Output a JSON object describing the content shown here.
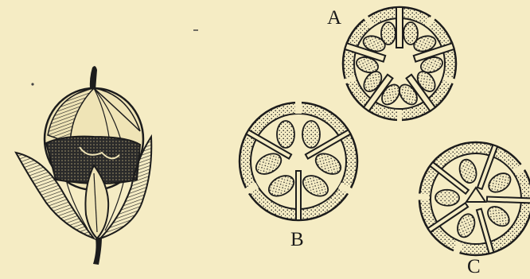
{
  "labels": {
    "a": "A",
    "b": "B",
    "c": "C"
  },
  "colors": {
    "paper": "#f5ecc4",
    "ink": "#1c1c1c",
    "stipple": "#3a3a3a"
  }
}
